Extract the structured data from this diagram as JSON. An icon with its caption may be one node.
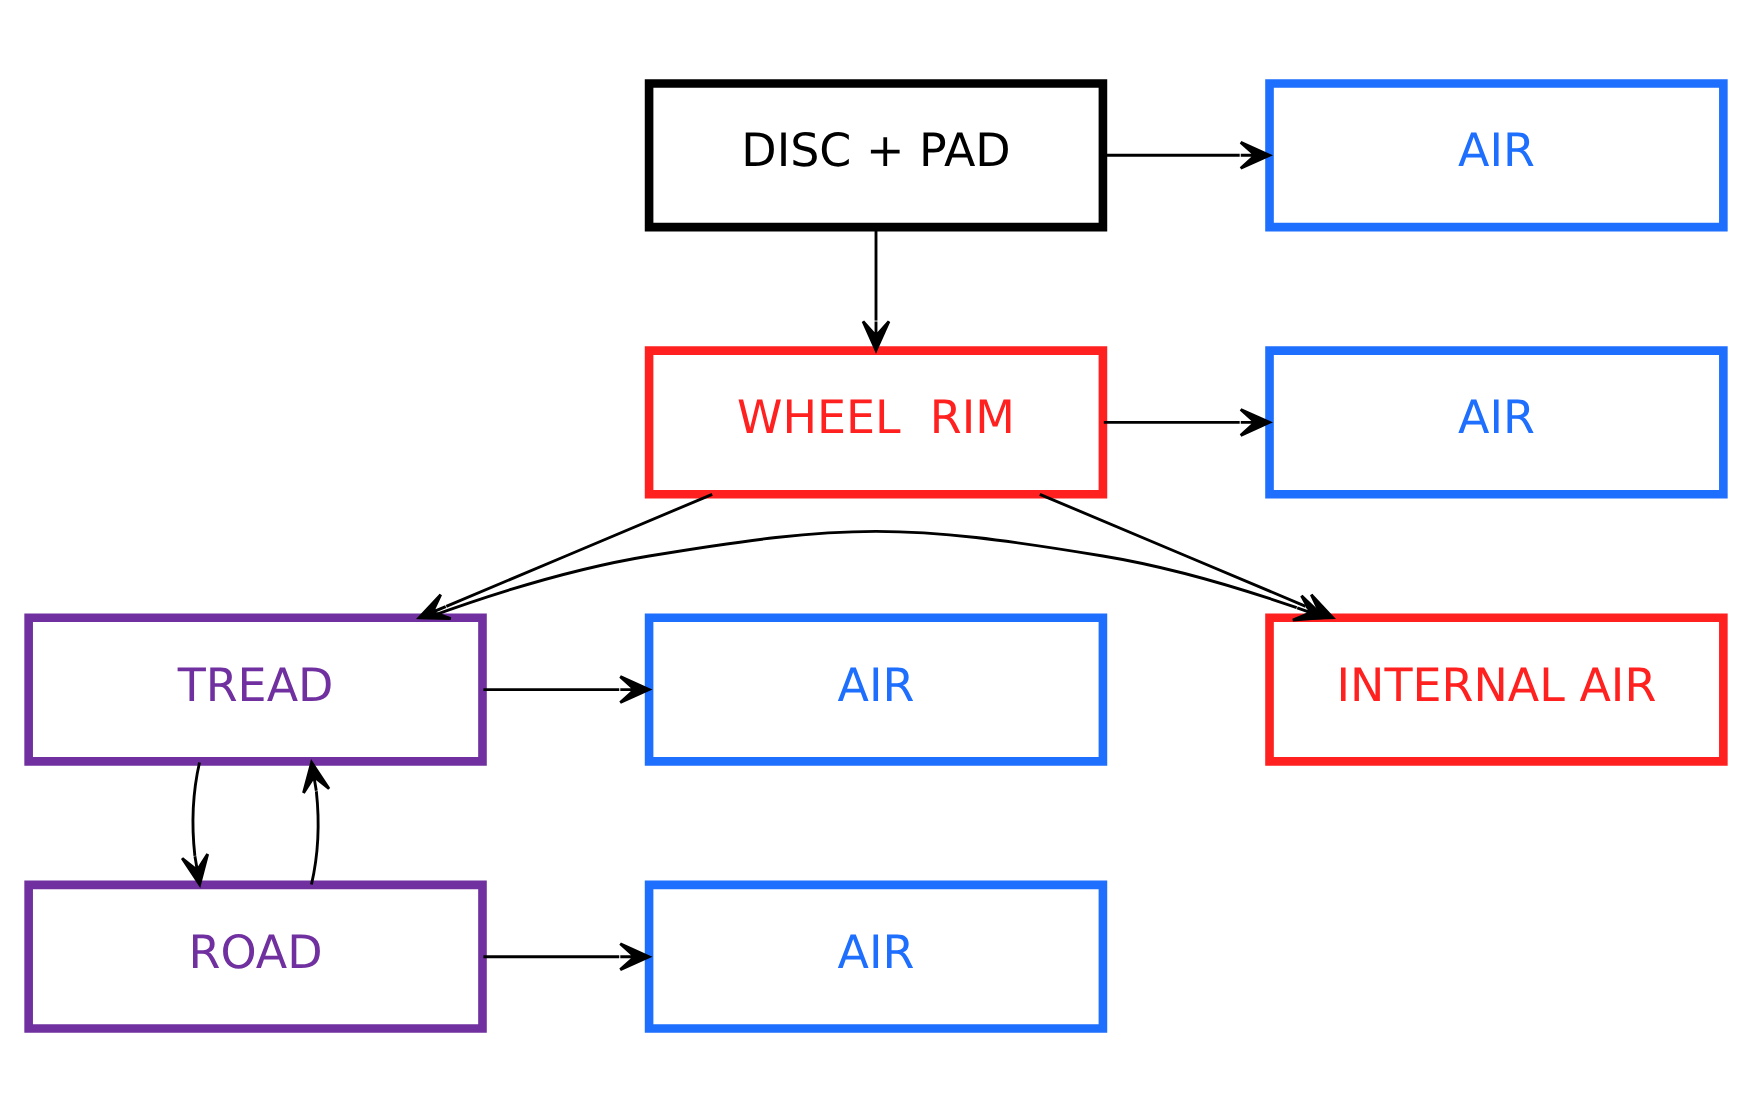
{
  "diagram": {
    "nodes": [
      {
        "text": [
          "DISC + PAD"
        ]
      },
      {
        "text": [
          "AIR"
        ]
      },
      {
        "text": [
          "WHEEL  RIM"
        ]
      },
      {
        "text": [
          "AIR"
        ]
      },
      {
        "text": [
          "INTERNAL AIR"
        ]
      },
      {
        "text": [
          "TREAD"
        ]
      },
      {
        "text": [
          "AIR"
        ]
      },
      {
        "text": [
          "ROAD"
        ]
      },
      {
        "text": [
          "AIR"
        ]
      }
    ],
    "edges": [
      {
        "from": 0,
        "to": 1,
        "arrow": "to"
      },
      {
        "from": 0,
        "to": 2,
        "arrow": "to"
      },
      {
        "from": 2,
        "to": 3,
        "arrow": "to"
      },
      {
        "from": 2,
        "to": 4,
        "arrow": "to"
      },
      {
        "from": 2,
        "to": 5,
        "arrow": "to"
      },
      {
        "from": 5,
        "to": 4,
        "arrow": "to"
      },
      {
        "from": 5,
        "to": 6,
        "arrow": "to"
      },
      {
        "from": 5,
        "to": 7,
        "arrow": "to"
      },
      {
        "from": 7,
        "to": 5,
        "arrow": "to"
      },
      {
        "from": 7,
        "to": 8,
        "arrow": "to"
      }
    ]
  }
}
